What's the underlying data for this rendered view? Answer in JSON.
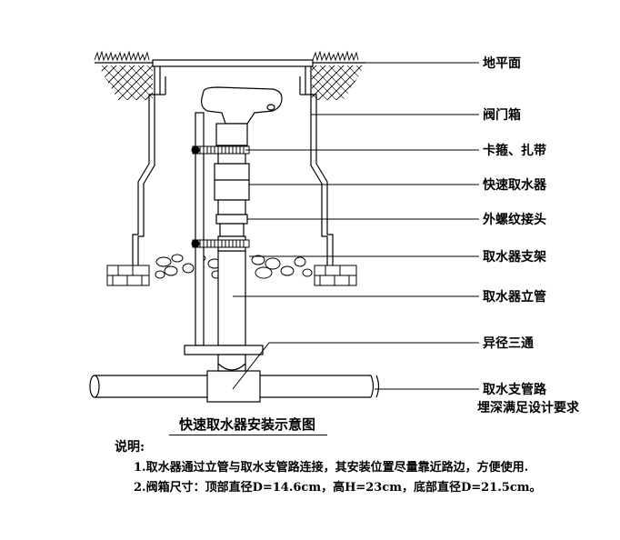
{
  "diagram": {
    "title": "快速取水器安装示意图",
    "labels": {
      "ground": "地平面",
      "valve_box": "阀门箱",
      "clamp": "卡箍、扎带",
      "coupler": "快速取水器",
      "adapter": "外螺纹接头",
      "bracket": "取水器支架",
      "riser": "取水器立管",
      "tee": "异径三通",
      "branch_line1": "取水支管路",
      "branch_line2": "埋深满足设计要求"
    }
  },
  "notes": {
    "heading": "说明:",
    "items": [
      "1.取水器通过立管与取水支管路连接，其安装位置尽量靠近路边，方便使用.",
      "2.阀箱尺寸：顶部直径D=14.6cm，高H=23cm，底部直径D=21.5cm。"
    ]
  }
}
